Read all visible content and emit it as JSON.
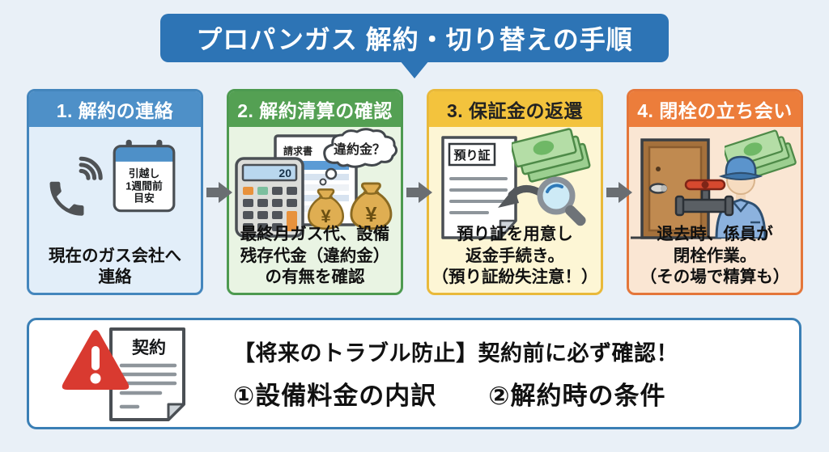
{
  "title": "プロパンガス 解約・切り替えの手順",
  "colors": {
    "page_bg": "#e9f0f7",
    "banner_bg": "#2d74b5",
    "banner_text": "#ffffff",
    "arrow": "#6a6e72",
    "notice_border": "#3a7fb5",
    "warning_red": "#d93a30"
  },
  "steps": [
    {
      "header": "1. 解約の連絡",
      "caption": "現在のガス会社へ\n連絡",
      "calendar_note": [
        "引越し",
        "1週間前",
        "目安"
      ],
      "colors": {
        "header_bg": "#4e90c8",
        "header_text": "#ffffff",
        "body_bg": "#e2eef9",
        "border": "#4486bd"
      }
    },
    {
      "header": "2. 解約清算の確認",
      "caption": "最終月ガス代、設備\n残存代金（違約金）\nの有無を確認",
      "bubble": "違約金？",
      "invoice_label": "請求書",
      "calc_display": "20",
      "bag_symbol": "¥",
      "colors": {
        "header_bg": "#54a053",
        "header_text": "#ffffff",
        "body_bg": "#e9f4e3",
        "border": "#4d9a50"
      }
    },
    {
      "header": "3. 保証金の返還",
      "caption": "預り証を用意し\n返金手続き。\n（預り証紛失注意！）",
      "doc_label": "預り証",
      "colors": {
        "header_bg": "#f3c33d",
        "header_text": "#222222",
        "body_bg": "#fdf6d5",
        "border": "#e9b93a"
      }
    },
    {
      "header": "4. 閉栓の立ち会い",
      "caption": "退去時、係員が\n閉栓作業。\n（その場で精算も）",
      "colors": {
        "header_bg": "#ec7d3b",
        "header_text": "#ffffff",
        "body_bg": "#fae6d3",
        "border": "#e4763a"
      }
    }
  ],
  "notice": {
    "doc_label": "契約",
    "line1": "【将来のトラブル防止】契約前に必ず確認！",
    "line2": "①設備料金の内訳　　②解約時の条件"
  }
}
